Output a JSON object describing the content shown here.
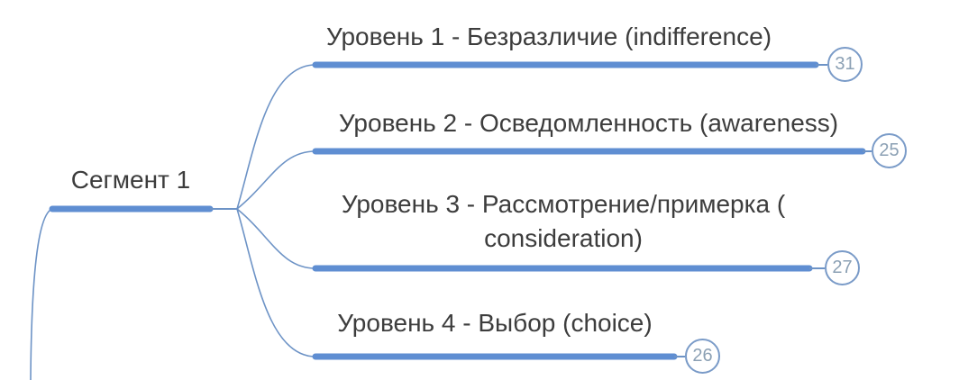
{
  "diagram": {
    "root": {
      "label": "Сегмент 1"
    },
    "branches": [
      {
        "label": "Уровень 1 - Безразличие (indifference)",
        "count": "31"
      },
      {
        "label": "Уровень 2 - Осведомленность (awareness)",
        "count": "25"
      },
      {
        "label": "Уровень 3 - Рассмотрение/примерка ( consideration)",
        "count": "27"
      },
      {
        "label": "Уровень 4 - Выбор (choice)",
        "count": "26"
      }
    ],
    "colors": {
      "branch_line": "#5f8ed2",
      "connector_curve": "#6d93c6",
      "badge_border": "#7a9bc8",
      "badge_text": "#8ba0b4",
      "label_text": "#3d3d3d",
      "background": "#ffffff"
    }
  }
}
